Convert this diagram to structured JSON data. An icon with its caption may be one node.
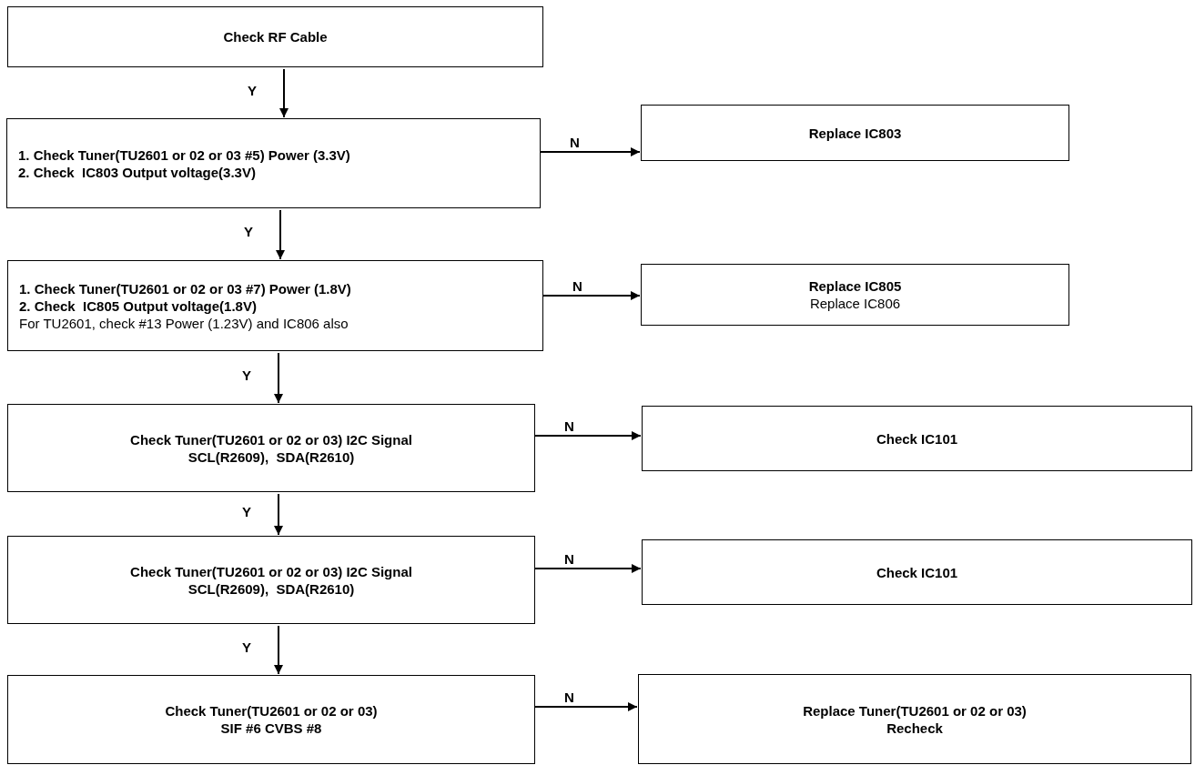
{
  "diagram": {
    "nodes": [
      {
        "text": [
          "Check RF Cable"
        ]
      },
      {
        "text": [
          "1. Check Tuner(TU2601 or 02 or 03 #5) Power (3.3V)",
          "2. Check  IC803 Output voltage(3.3V)"
        ]
      },
      {
        "text": [
          "Replace IC803"
        ]
      },
      {
        "text": [
          "1. Check Tuner(TU2601 or 02 or 03 #7) Power (1.8V)",
          "2. Check  IC805 Output voltage(1.8V)",
          "For TU2601, check #13 Power (1.23V) and IC806 also"
        ]
      },
      {
        "text": [
          "Replace IC805",
          "Replace IC806"
        ]
      },
      {
        "text": [
          "Check Tuner(TU2601 or 02 or 03) I2C Signal",
          "SCL(R2609),  SDA(R2610)"
        ]
      },
      {
        "text": [
          "Check IC101"
        ]
      },
      {
        "text": [
          "Check Tuner(TU2601 or 02 or 03) I2C Signal",
          "SCL(R2609),  SDA(R2610)"
        ]
      },
      {
        "text": [
          "Check IC101"
        ]
      },
      {
        "text": [
          "Check Tuner(TU2601 or 02 or 03)",
          "SIF #6 CVBS #8"
        ]
      },
      {
        "text": [
          "Replace Tuner(TU2601 or 02 or 03)",
          "Recheck"
        ]
      }
    ],
    "edges": [
      {
        "from": 0,
        "to": 1,
        "arrow": "to",
        "label": "Y"
      },
      {
        "from": 1,
        "to": 2,
        "arrow": "to",
        "label": "N"
      },
      {
        "from": 1,
        "to": 3,
        "arrow": "to",
        "label": "Y"
      },
      {
        "from": 3,
        "to": 4,
        "arrow": "to",
        "label": "N"
      },
      {
        "from": 3,
        "to": 5,
        "arrow": "to",
        "label": "Y"
      },
      {
        "from": 5,
        "to": 6,
        "arrow": "to",
        "label": "N"
      },
      {
        "from": 5,
        "to": 7,
        "arrow": "to",
        "label": "Y"
      },
      {
        "from": 7,
        "to": 8,
        "arrow": "to",
        "label": "N"
      },
      {
        "from": 7,
        "to": 9,
        "arrow": "to",
        "label": "Y"
      },
      {
        "from": 9,
        "to": 10,
        "arrow": "to",
        "label": "N"
      }
    ]
  }
}
